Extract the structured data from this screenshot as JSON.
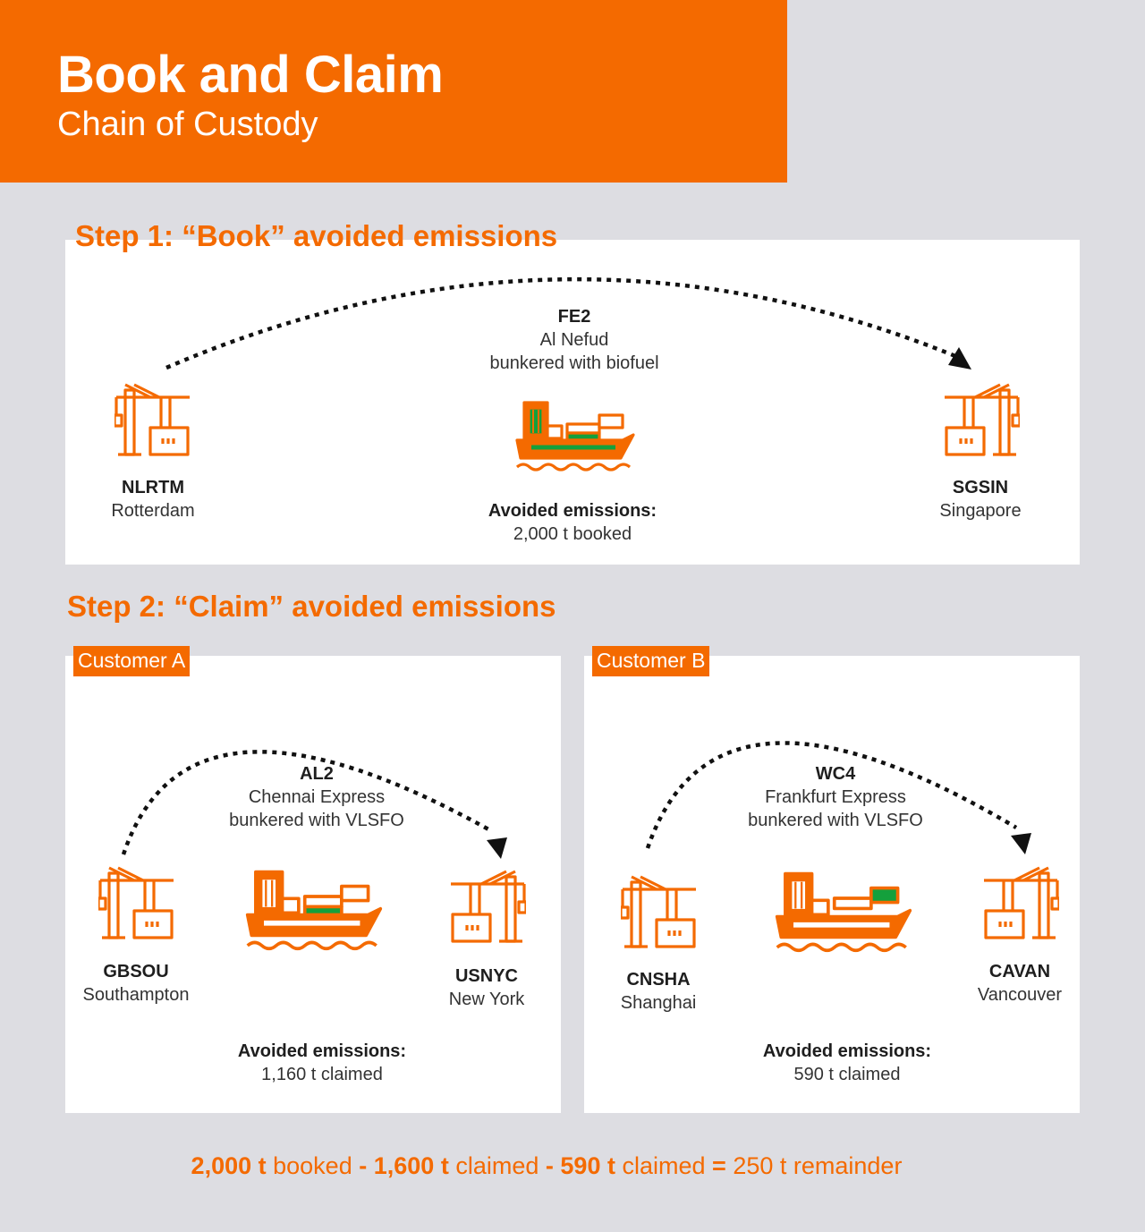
{
  "header": {
    "title": "Book and Claim",
    "subtitle": "Chain of Custody"
  },
  "step1": {
    "heading": "Step 1: “Book” avoided emissions",
    "service": {
      "code": "FE2",
      "vessel": "Al Nefud",
      "fuel": "bunkered with biofuel"
    },
    "origin": {
      "code": "NLRTM",
      "name": "Rotterdam"
    },
    "destination": {
      "code": "SGSIN",
      "name": "Singapore"
    },
    "emissions": {
      "label": "Avoided emissions:",
      "value": "2,000 t booked"
    }
  },
  "step2": {
    "heading": "Step 2: “Claim” avoided emissions",
    "customer_a": {
      "tag": "Customer A",
      "service": {
        "code": "AL2",
        "vessel": "Chennai Express",
        "fuel": "bunkered with VLSFO"
      },
      "origin": {
        "code": "GBSOU",
        "name": "Southampton"
      },
      "destination": {
        "code": "USNYC",
        "name": "New York"
      },
      "emissions": {
        "label": "Avoided emissions:",
        "value": "1,160 t claimed"
      }
    },
    "customer_b": {
      "tag": "Customer B",
      "service": {
        "code": "WC4",
        "vessel": "Frankfurt Express",
        "fuel": "bunkered with VLSFO"
      },
      "origin": {
        "code": "CNSHA",
        "name": "Shanghai"
      },
      "destination": {
        "code": "CAVAN",
        "name": "Vancouver"
      },
      "emissions": {
        "label": "Avoided emissions:",
        "value": "590 t claimed"
      }
    }
  },
  "footer": {
    "booked_value": "2,000 t",
    "booked_word": "booked",
    "minus_1": "-",
    "claimed_a_value": "1,600 t",
    "claimed_a_word": "claimed",
    "minus_2": "-",
    "claimed_b_value": "590 t",
    "claimed_b_word": "claimed",
    "equals": "=",
    "remainder": "250 t remainder"
  },
  "colors": {
    "accent": "#f46a00",
    "fuel_green": "#14a03c",
    "background": "#dddde2",
    "panel": "#ffffff"
  },
  "icons": [
    "port-crane-icon",
    "container-ship-icon",
    "dotted-arrow-icon"
  ]
}
